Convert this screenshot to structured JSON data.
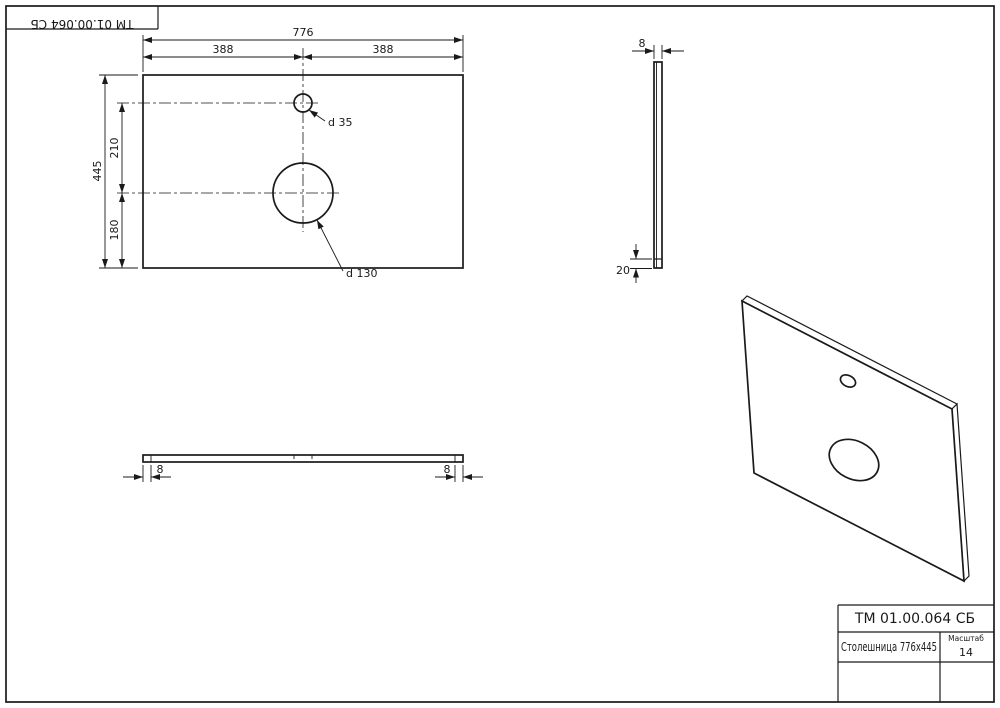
{
  "sheet": {
    "corner_stamp": "ТМ 01.00.064 СБ"
  },
  "title_block": {
    "doc_number": "ТМ 01.00.064 СБ",
    "part_title": "Столешница 776x445",
    "scale_label": "Масштаб",
    "scale_value": "14"
  },
  "top_view": {
    "dim_width_total": "776",
    "dim_width_left": "388",
    "dim_width_right": "388",
    "dim_height_total": "445",
    "dim_center_to_center": "210",
    "dim_center_to_bottom": "180",
    "label_small_hole": "d 35",
    "label_large_hole": "d 130"
  },
  "side_view": {
    "dim_thickness": "8",
    "dim_edge": "20"
  },
  "front_view": {
    "dim_left_edge": "8",
    "dim_right_edge": "8"
  }
}
